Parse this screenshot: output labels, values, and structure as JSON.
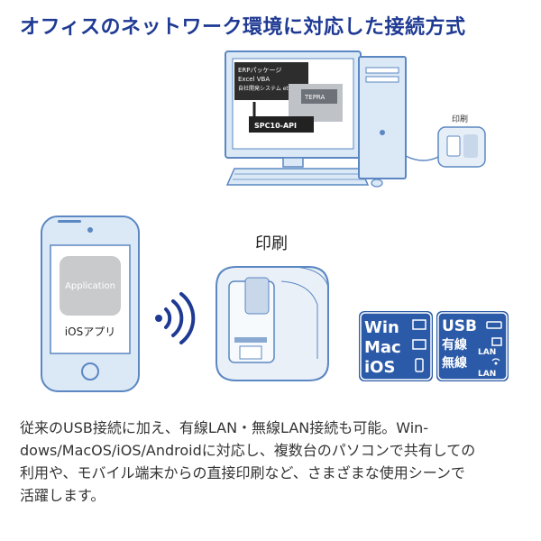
{
  "headline": "オフィスのネットワーク環境に対応した接続方式",
  "pc_screen": {
    "card1_lines": [
      "ERPパッケージ",
      "Excel VBA",
      "自社開発システム etc."
    ],
    "api_label": "SPC10-API",
    "tepra_label": "TEPRA"
  },
  "pc_printer_label": "印刷",
  "phone": {
    "app_label": "Application",
    "caption": "iOSアプリ"
  },
  "center_printer_label": "印刷",
  "badge_os": {
    "lines": [
      "Win",
      "Mac",
      "iOS"
    ]
  },
  "badge_conn": {
    "usb": "USB",
    "wired": "有線",
    "wireless": "無線",
    "lan1": "LAN",
    "lan2": "LAN"
  },
  "description_lines": [
    "従来のUSB接続に加え、有線LAN・無線LAN接続も可能。Win-",
    "dows/MacOS/iOS/Androidに対応し、複数台のパソコンで共有しての",
    "利用や、モバイル端末からの直接印刷など、さまざまな使用シーンで",
    "活躍します。"
  ],
  "colors": {
    "accent": "#1f3a93",
    "badge_blue": "#2b5aa8",
    "device_blue": "#cfe0f3",
    "outline": "#5b87c2"
  }
}
